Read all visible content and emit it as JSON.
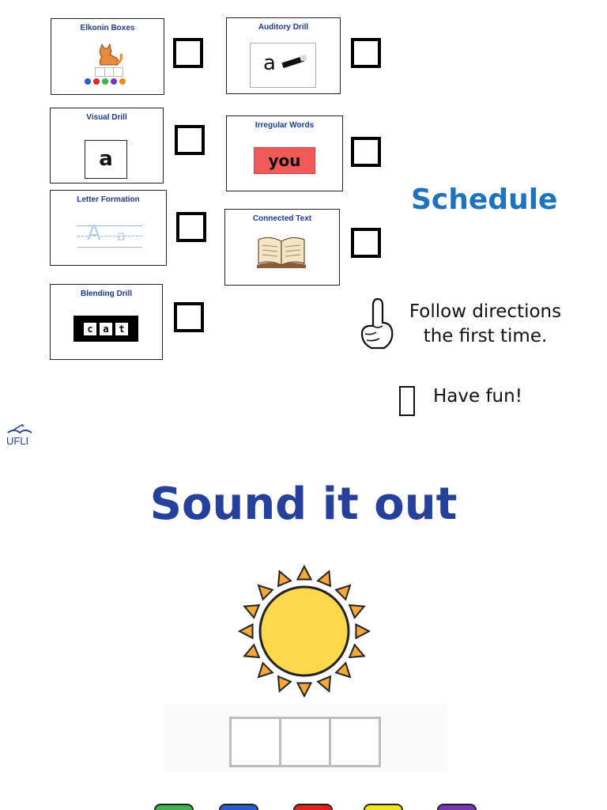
{
  "cards": {
    "elkonin": {
      "title": "Elkonin Boxes"
    },
    "auditory": {
      "title": "Auditory Drill",
      "letter": "a"
    },
    "visual": {
      "title": "Visual Drill",
      "letter": "a"
    },
    "irregular": {
      "title": "Irregular Words",
      "word": "you"
    },
    "formation": {
      "title": "Letter Formation",
      "upper": "A",
      "lower": "a"
    },
    "connected": {
      "title": "Connected Text"
    },
    "blending": {
      "title": "Blending Drill",
      "letters": [
        "c",
        "a",
        "t"
      ]
    }
  },
  "schedule_title": "Schedule",
  "rules": {
    "line1": "Follow directions",
    "line2": "the first time.",
    "fun": "Have fun!"
  },
  "brand": {
    "logo_text": "UFLI"
  },
  "main_title": "Sound it out",
  "sound_dot_colors": [
    "#3fb34f",
    "#2a5fc9",
    "#e3231c",
    "#f4e51b",
    "#7a35b5"
  ],
  "colors": {
    "card_title": "#1f3a93",
    "schedule": "#1e73be",
    "main_title": "#26419c",
    "irregular_bg": "#f25a5a",
    "sun_fill": "#fcd84a",
    "sun_rays": "#f5a73a"
  }
}
